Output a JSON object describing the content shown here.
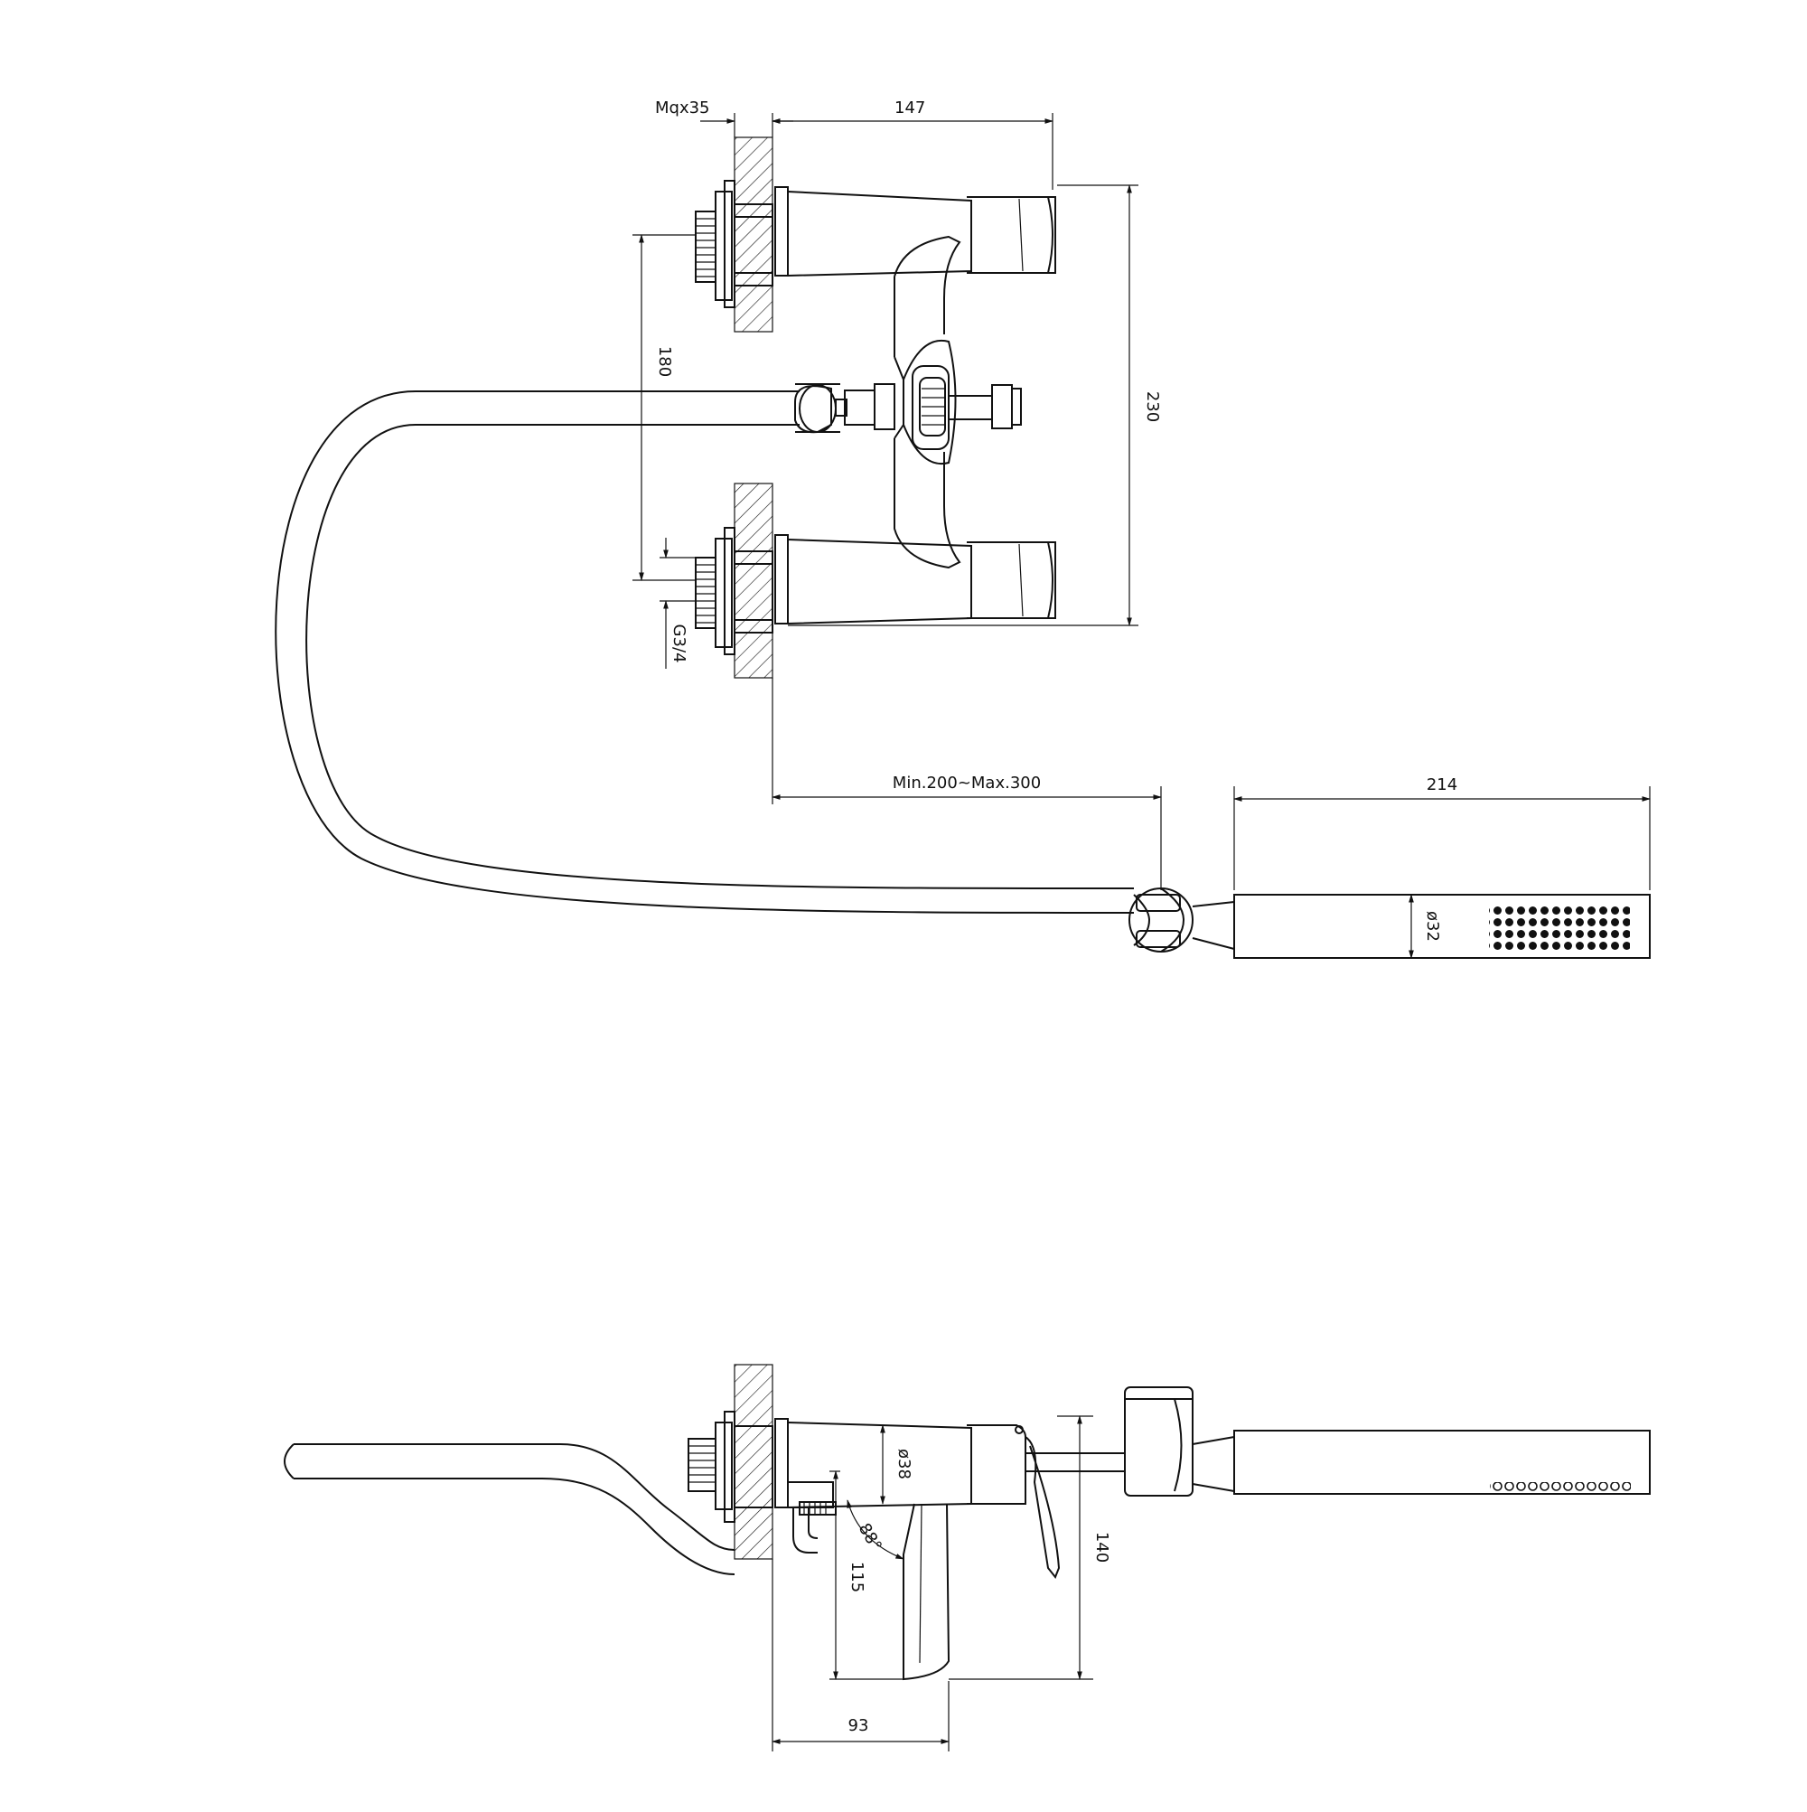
{
  "top_view": {
    "dim_mount": "Mqx35",
    "dim_depth": "147",
    "dim_inlet_spacing": "180",
    "dim_height": "230",
    "dim_thread": "G3/4",
    "dim_hose_length": "Min.200~Max.300",
    "dim_handshower_length": "214",
    "dim_handshower_diameter": "ø32"
  },
  "side_view": {
    "dim_body_diameter": "ø38",
    "dim_angle": "88°",
    "dim_spout_drop": "115",
    "dim_total_height": "140",
    "dim_spout_projection": "93"
  }
}
